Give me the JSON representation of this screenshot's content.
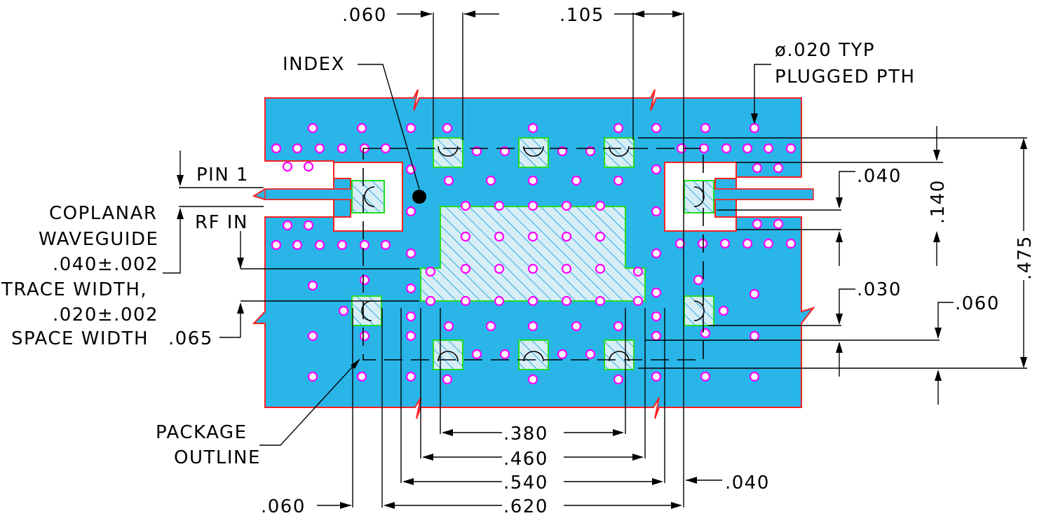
{
  "labels": {
    "index": "INDEX",
    "pin1": "PIN 1",
    "rf_in": "RF IN",
    "coplanar": "COPLANAR",
    "waveguide": "WAVEGUIDE",
    "trace_tol": ".040±.002",
    "trace_width": "TRACE WIDTH,",
    "space_tol": ".020±.002",
    "space_width": "SPACE WIDTH",
    "via_size": "ø.020 TYP",
    "via_type": "PLUGGED PTH",
    "package": "PACKAGE",
    "outline": "OUTLINE"
  },
  "dims": {
    "top_left": ".060",
    "top_right": ".105",
    "right_040": ".040",
    "right_140": ".140",
    "right_475": ".475",
    "right_030": ".030",
    "right_060": ".060",
    "left_065": ".065",
    "bot_380": ".380",
    "bot_460": ".460",
    "bot_540": ".540",
    "bot_620": ".620",
    "bot_040": ".040",
    "bot_060": ".060"
  },
  "colors": {
    "board_fill": "#29b5e8",
    "board_edge": "#ff2020",
    "pad_edge": "#22dd22",
    "pad_fill": "#d7eef7",
    "via": "#ff00ff",
    "ink": "#000000"
  }
}
